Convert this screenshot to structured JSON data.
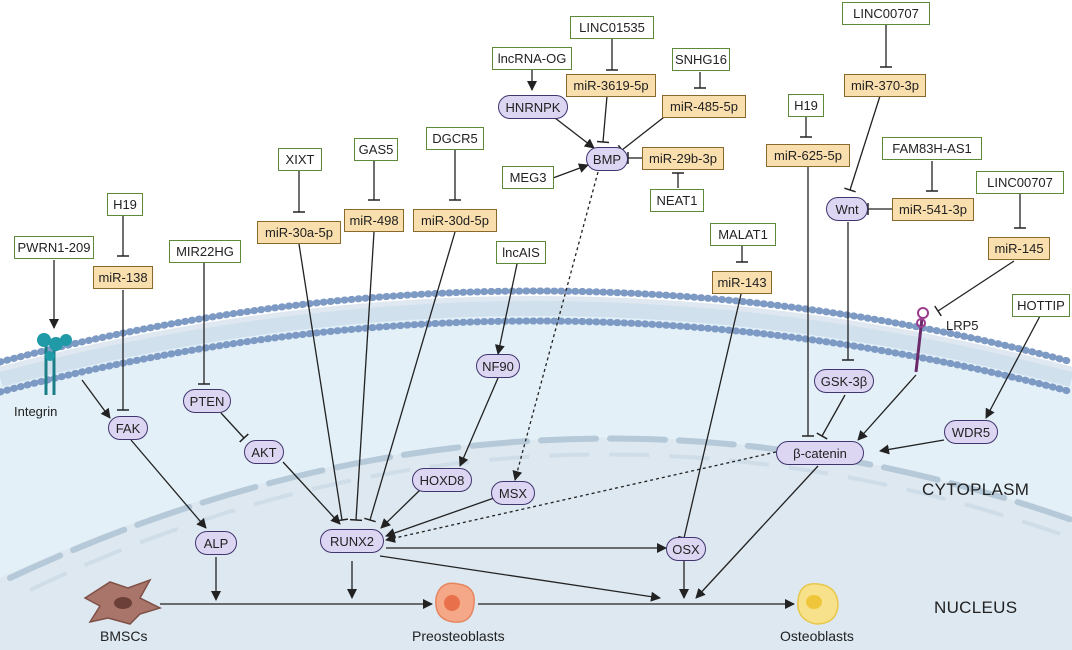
{
  "lncrnas": {
    "linc01535": "LINC01535",
    "linc00707_top": "LINC00707",
    "lncrna_og": "lncRNA-OG",
    "snhg16": "SNHG16",
    "h19_right": "H19",
    "xixt": "XIXT",
    "gas5": "GAS5",
    "dgcr5": "DGCR5",
    "fam83h_as1": "FAM83H-AS1",
    "meg3": "MEG3",
    "neat1": "NEAT1",
    "linc00707_right": "LINC00707",
    "h19_left": "H19",
    "pwrn1_209": "PWRN1-209",
    "mir22hg": "MIR22HG",
    "lncais": "lncAIS",
    "malat1": "MALAT1",
    "hottip": "HOTTIP"
  },
  "mirnas": {
    "mir_3619": "miR-3619-5p",
    "mir_370": "miR-370-3p",
    "mir_485": "miR-485-5p",
    "mir_625": "miR-625-5p",
    "mir_29b": "miR-29b-3p",
    "mir_541": "miR-541-3p",
    "mir_30a": "miR-30a-5p",
    "mir_498": "miR-498",
    "mir_30d": "miR-30d-5p",
    "mir_138": "miR-138",
    "mir_145": "miR-145",
    "mir_143": "miR-143"
  },
  "nodes": {
    "hnrnpk": "HNRNPK",
    "bmp": "BMP",
    "wnt": "Wnt",
    "nf90": "NF90",
    "pten": "PTEN",
    "fak": "FAK",
    "akt": "AKT",
    "gsk3b": "GSK-3β",
    "wdr5": "WDR5",
    "beta_catenin": "β-catenin",
    "hoxd8": "HOXD8",
    "msx": "MSX",
    "runx2": "RUNX2",
    "osx": "OSX",
    "alp": "ALP"
  },
  "labels": {
    "integrin": "Integrin",
    "lrp5": "LRP5",
    "cytoplasm": "CYTOPLASM",
    "nucleus": "NUCLEUS",
    "bmscs": "BMSCs",
    "preosteoblasts": "Preosteoblasts",
    "osteoblasts": "Osteoblasts"
  },
  "colors": {
    "lncrna_border": "#5c8a3a",
    "mirna_fill": "#f9dfae",
    "node_fill": "#dcd6f2",
    "membrane": "#7d9ac4",
    "cytoplasm_fill": "#e3f0f8"
  }
}
